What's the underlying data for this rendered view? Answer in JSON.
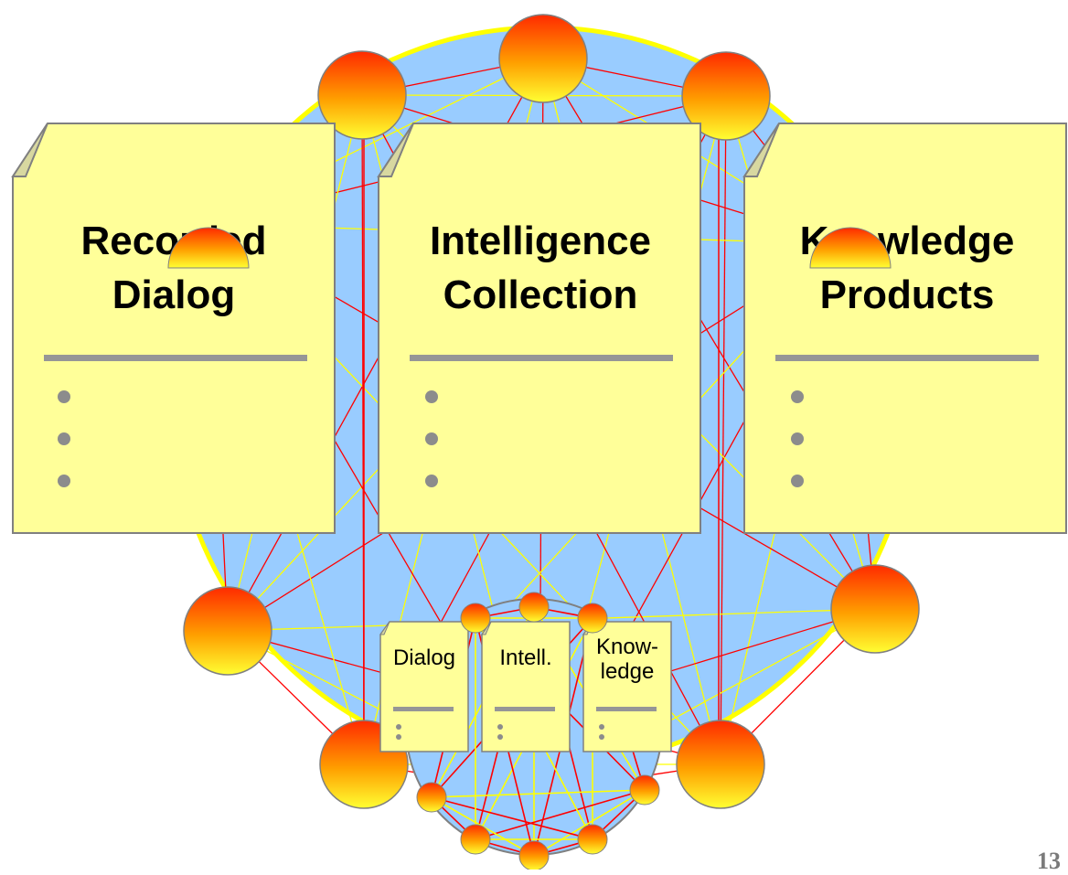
{
  "colors": {
    "background": "#ffffff",
    "network_circle_fill": "#99ccff",
    "network_circle_border": "#ffff00",
    "link_red": "#ff0000",
    "link_yellow": "#ffff00",
    "document_fill": "#ffff99",
    "document_border": "#808080",
    "node_gradient_top": "#ff2a00",
    "node_gradient_bottom": "#ffff33",
    "divider": "#969696",
    "bullet": "#8c8c8c"
  },
  "documents": [
    {
      "title_line1": "Recorded",
      "title_line2": "Dialog",
      "bullets": 3
    },
    {
      "title_line1": "Intelligence",
      "title_line2": "Collection",
      "bullets": 3
    },
    {
      "title_line1": "Knowledge",
      "title_line2": "Products",
      "bullets": 3
    }
  ],
  "small_documents": [
    {
      "title_line1": "Dialog",
      "title_line2": "",
      "bullets": 2
    },
    {
      "title_line1": "Intell.",
      "title_line2": "",
      "bullets": 2
    },
    {
      "title_line1": "Know-",
      "title_line2": "ledge",
      "bullets": 2
    }
  ],
  "large_network_nodes": 10,
  "small_network_nodes": 10,
  "page_number": "13"
}
